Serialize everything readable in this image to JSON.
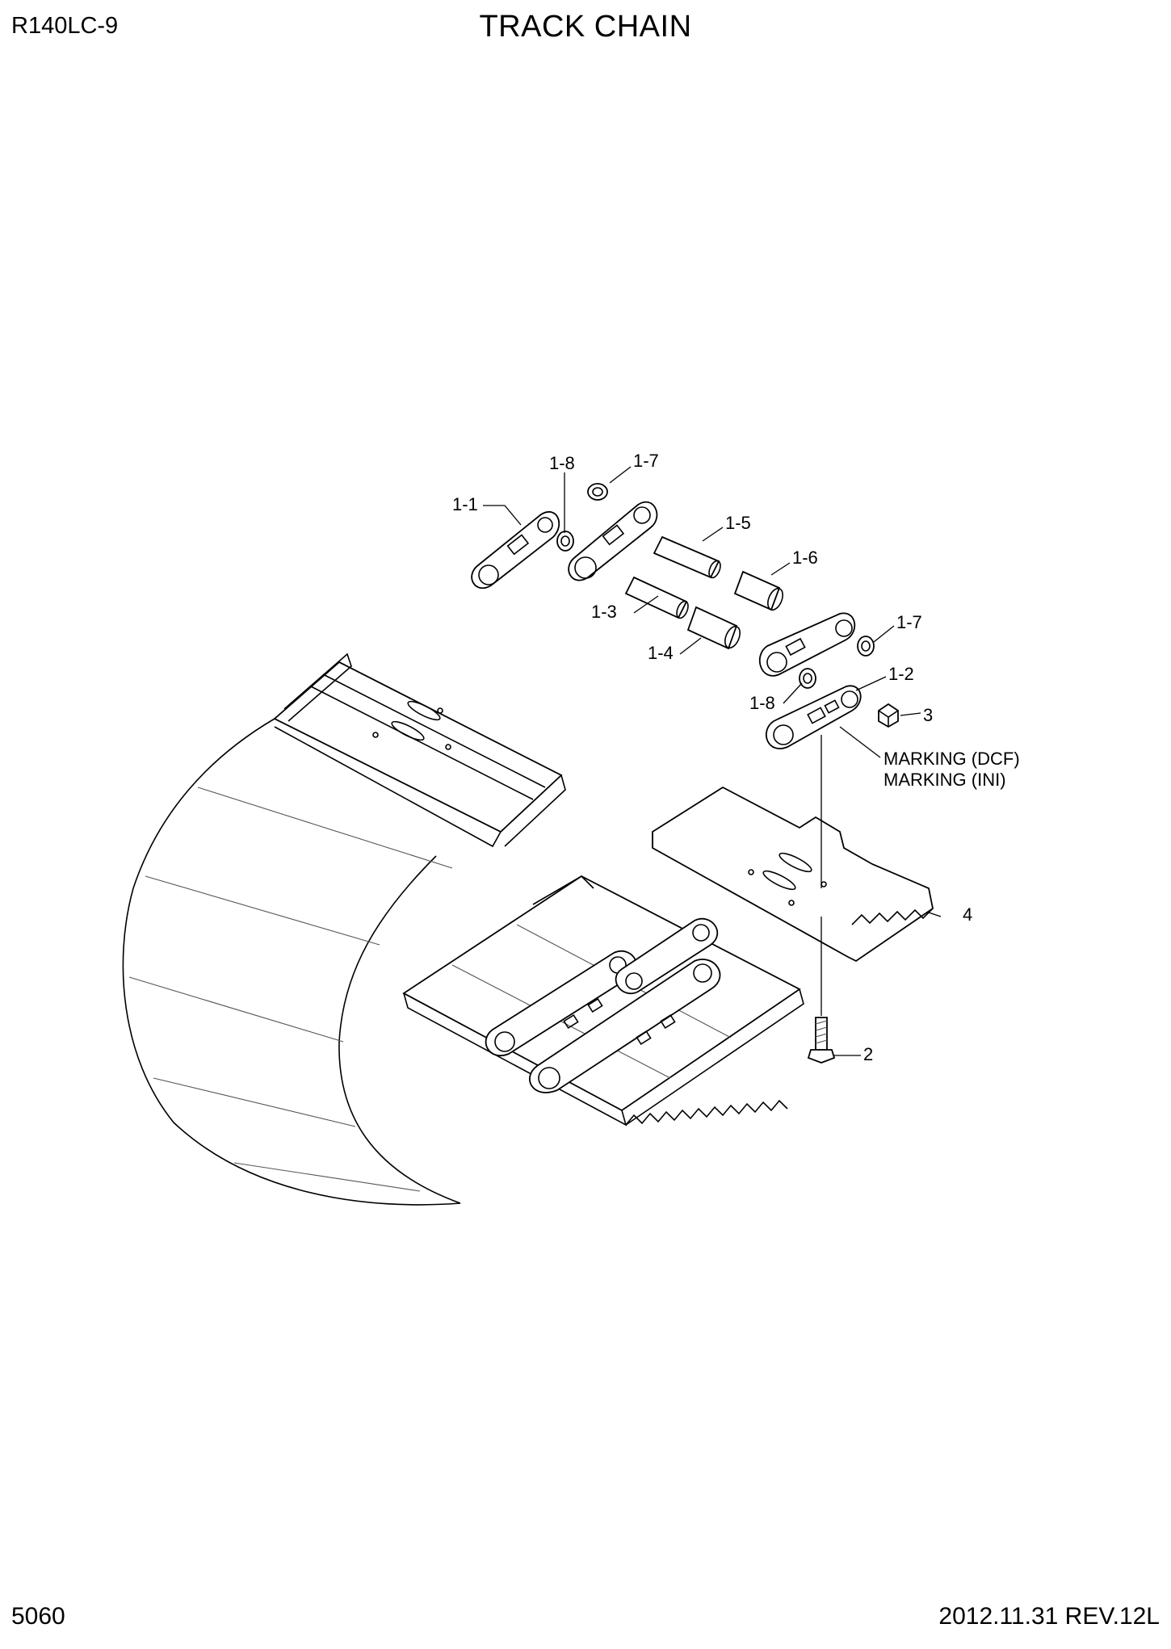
{
  "header": {
    "model": "R140LC-9",
    "title": "TRACK CHAIN"
  },
  "footer": {
    "page_number": "5060",
    "revision": "2012.11.31  REV.12L"
  },
  "callouts": {
    "c_1_1": "1-1",
    "c_1_8_top": "1-8",
    "c_1_7_top": "1-7",
    "c_1_5": "1-5",
    "c_1_6": "1-6",
    "c_1_3": "1-3",
    "c_1_4": "1-4",
    "c_1_7_right": "1-7",
    "c_1_2": "1-2",
    "c_1_8_bottom": "1-8",
    "c_3": "3",
    "c_4": "4",
    "c_2": "2",
    "marking_dcf": "MARKING (DCF)",
    "marking_ini": "MARKING (INI)"
  }
}
